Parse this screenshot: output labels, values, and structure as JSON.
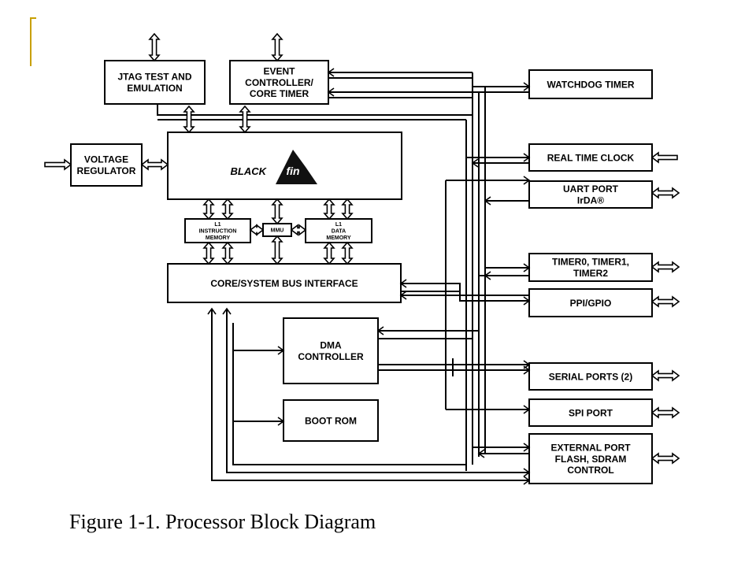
{
  "diagram": {
    "blocks": {
      "jtag": [
        "JTAG TEST AND",
        "EMULATION"
      ],
      "event": [
        "EVENT",
        "CONTROLLER/",
        "CORE TIMER"
      ],
      "voltage": [
        "VOLTAGE",
        "REGULATOR"
      ],
      "core_logo": [
        "BLACK",
        "fin"
      ],
      "l1_instruction": [
        "L1",
        "INSTRUCTION",
        "MEMORY"
      ],
      "mmu": [
        "MMU"
      ],
      "l1_data": [
        "L1",
        "DATA",
        "MEMORY"
      ],
      "bus": [
        "CORE/SYSTEM BUS INTERFACE"
      ],
      "dma": [
        "DMA",
        "CONTROLLER"
      ],
      "boot": [
        "BOOT ROM"
      ],
      "watchdog": [
        "WATCHDOG TIMER"
      ],
      "rtc": [
        "REAL TIME CLOCK"
      ],
      "uart": [
        "UART PORT",
        "IrDA®"
      ],
      "timers": [
        "TIMER0, TIMER1,",
        "TIMER2"
      ],
      "ppi": [
        "PPI/GPIO"
      ],
      "serial": [
        "SERIAL PORTS (2)"
      ],
      "spi": [
        "SPI PORT"
      ],
      "external": [
        "EXTERNAL PORT",
        "FLASH, SDRAM",
        "CONTROL"
      ]
    }
  },
  "caption": "Figure 1-1. Processor Block Diagram",
  "colors": {
    "line": "#000000",
    "accent": "#c8a000",
    "background": "#ffffff"
  }
}
